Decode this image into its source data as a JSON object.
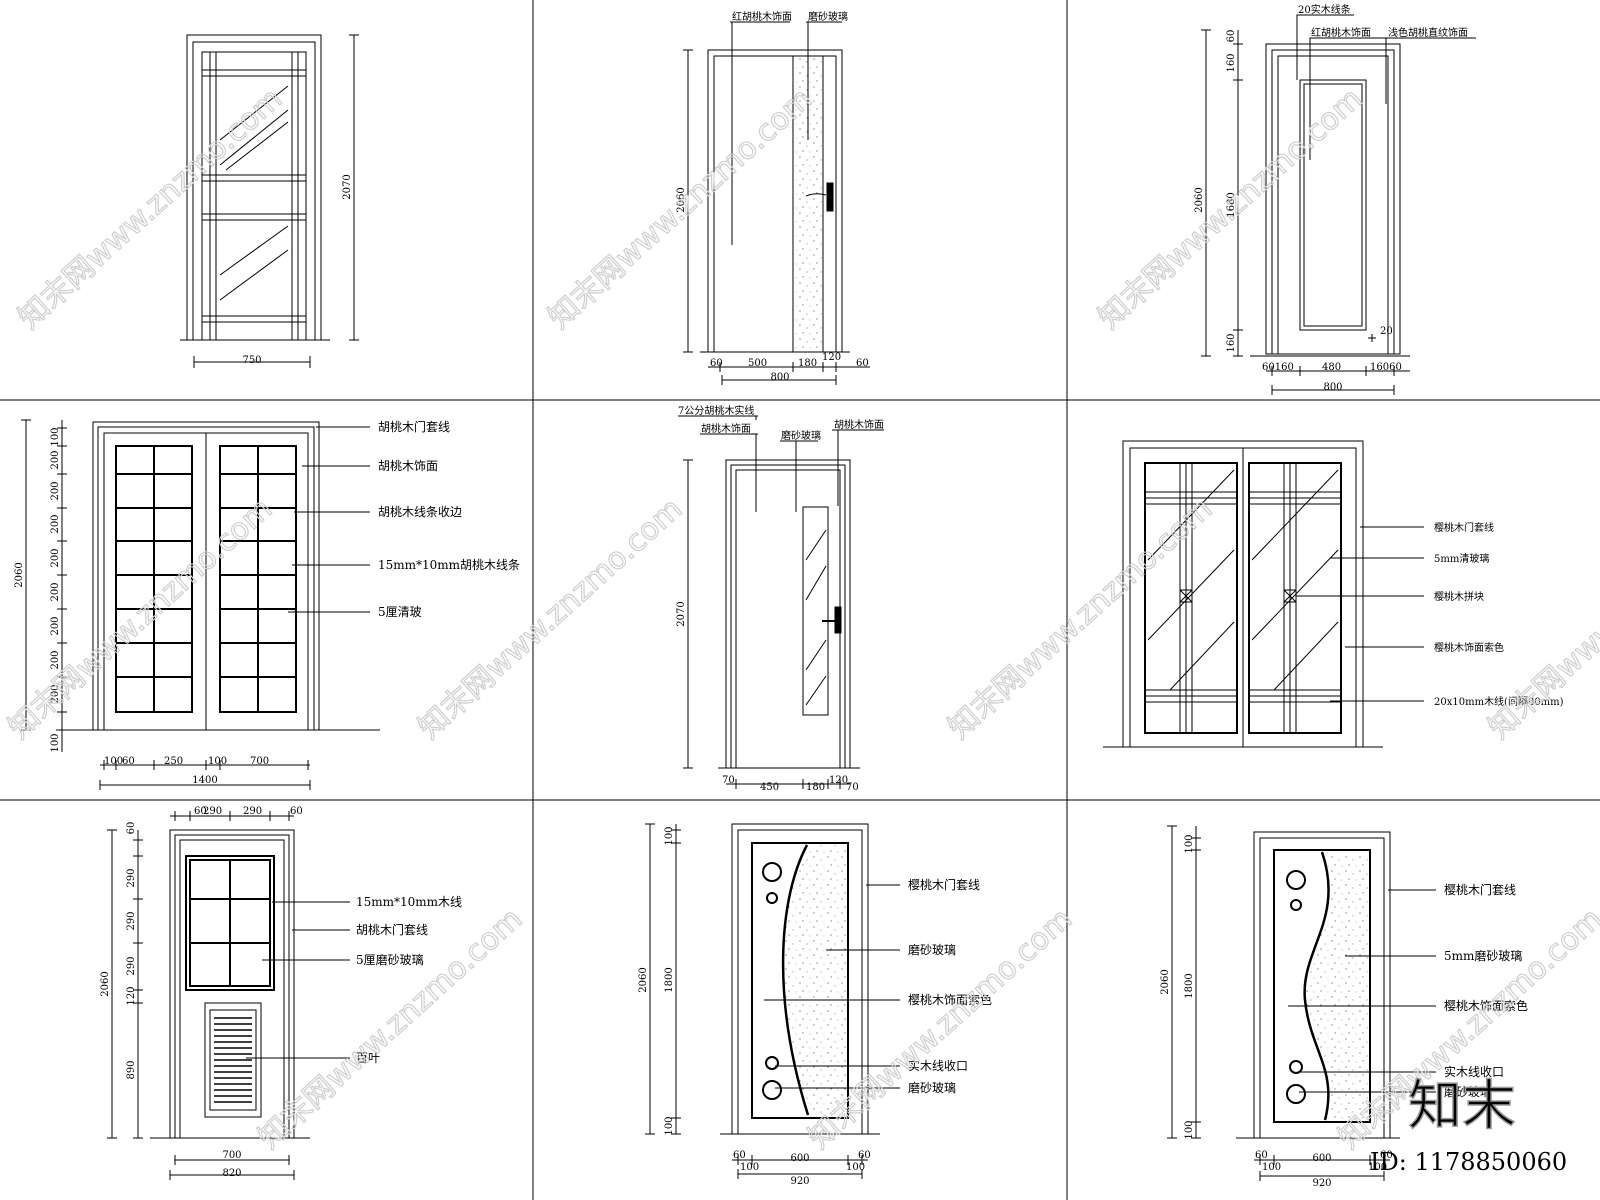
{
  "panels": [
    {
      "id": "p1",
      "dims": {
        "width": "750",
        "height": "2070"
      },
      "labels": []
    },
    {
      "id": "p2",
      "dims": {
        "height": "2060",
        "w1": "60",
        "w2": "500",
        "w3": "180",
        "w4": "120",
        "w5": "60",
        "total": "800"
      },
      "labels": [
        "红胡桃木饰面",
        "磨砂玻璃"
      ]
    },
    {
      "id": "p3",
      "dims": {
        "h_total": "2060",
        "h1": "60",
        "h2": "160",
        "h3": "1680",
        "h4": "160",
        "w_parts": "60160",
        "w_mid": "480",
        "w_parts2": "16060",
        "total": "800",
        "handle": "20"
      },
      "labels": [
        "20实木线条",
        "红胡桃木饰面",
        "浅色胡桃直纹饰面"
      ]
    },
    {
      "id": "p4",
      "dims": {
        "height": "2060",
        "row": "200",
        "top": "100",
        "bottom": "100",
        "w_a": "100",
        "w_b": "60",
        "w_c": "250",
        "w_d": "100",
        "w_e": "700",
        "total": "1400"
      },
      "labels": [
        "胡桃木门套线",
        "胡桃木饰面",
        "胡桃木线条收边",
        "15mm*10mm胡桃木线条",
        "5厘清玻"
      ]
    },
    {
      "id": "p5",
      "dims": {
        "height": "2070",
        "w1": "70",
        "w2": "450",
        "w3": "180",
        "w4": "120",
        "w5": "70"
      },
      "labels": [
        "7公分胡桃木实线",
        "胡桃木饰面",
        "磨砂玻璃",
        "胡桃木饰面"
      ]
    },
    {
      "id": "p6",
      "dims": {},
      "labels": [
        "樱桃木门套线",
        "5mm清玻璃",
        "樱桃木拼块",
        "樱桃木饰面索色",
        "20x10mm木线(间隔80mm)"
      ]
    },
    {
      "id": "p7",
      "dims": {
        "height": "2060",
        "h1": "60",
        "h2": "290",
        "h3": "290",
        "h4": "290",
        "h5": "120",
        "h6": "890",
        "w_top1": "60",
        "w_top2": "290",
        "w_top3": "290",
        "w_top4": "60",
        "w_bottom": "700",
        "total": "820"
      },
      "labels": [
        "15mm*10mm木线",
        "胡桃木门套线",
        "5厘磨砂玻璃",
        "百叶"
      ]
    },
    {
      "id": "p8",
      "dims": {
        "height": "2060",
        "h_top": "100",
        "h_mid": "1800",
        "h_bottom": "100",
        "w1": "60",
        "w2": "100",
        "w3": "600",
        "w4": "100",
        "w5": "60",
        "total": "920"
      },
      "labels": [
        "樱桃木门套线",
        "磨砂玻璃",
        "樱桃木饰面索色",
        "实木线收口",
        "磨砂玻璃"
      ]
    },
    {
      "id": "p9",
      "dims": {
        "height": "2060",
        "h_top": "100",
        "h_mid": "1800",
        "h_bottom": "100",
        "w1": "60",
        "w2": "100",
        "w3": "600",
        "w4": "100",
        "w5": "60",
        "total": "920"
      },
      "labels": [
        "樱桃木门套线",
        "5mm磨砂玻璃",
        "樱桃木饰面索色",
        "实木线收口",
        "磨砂玻璃"
      ]
    }
  ],
  "watermark": {
    "text": "知末网www.znzmo.com",
    "logo": "知末",
    "id": "ID: 1178850060"
  }
}
